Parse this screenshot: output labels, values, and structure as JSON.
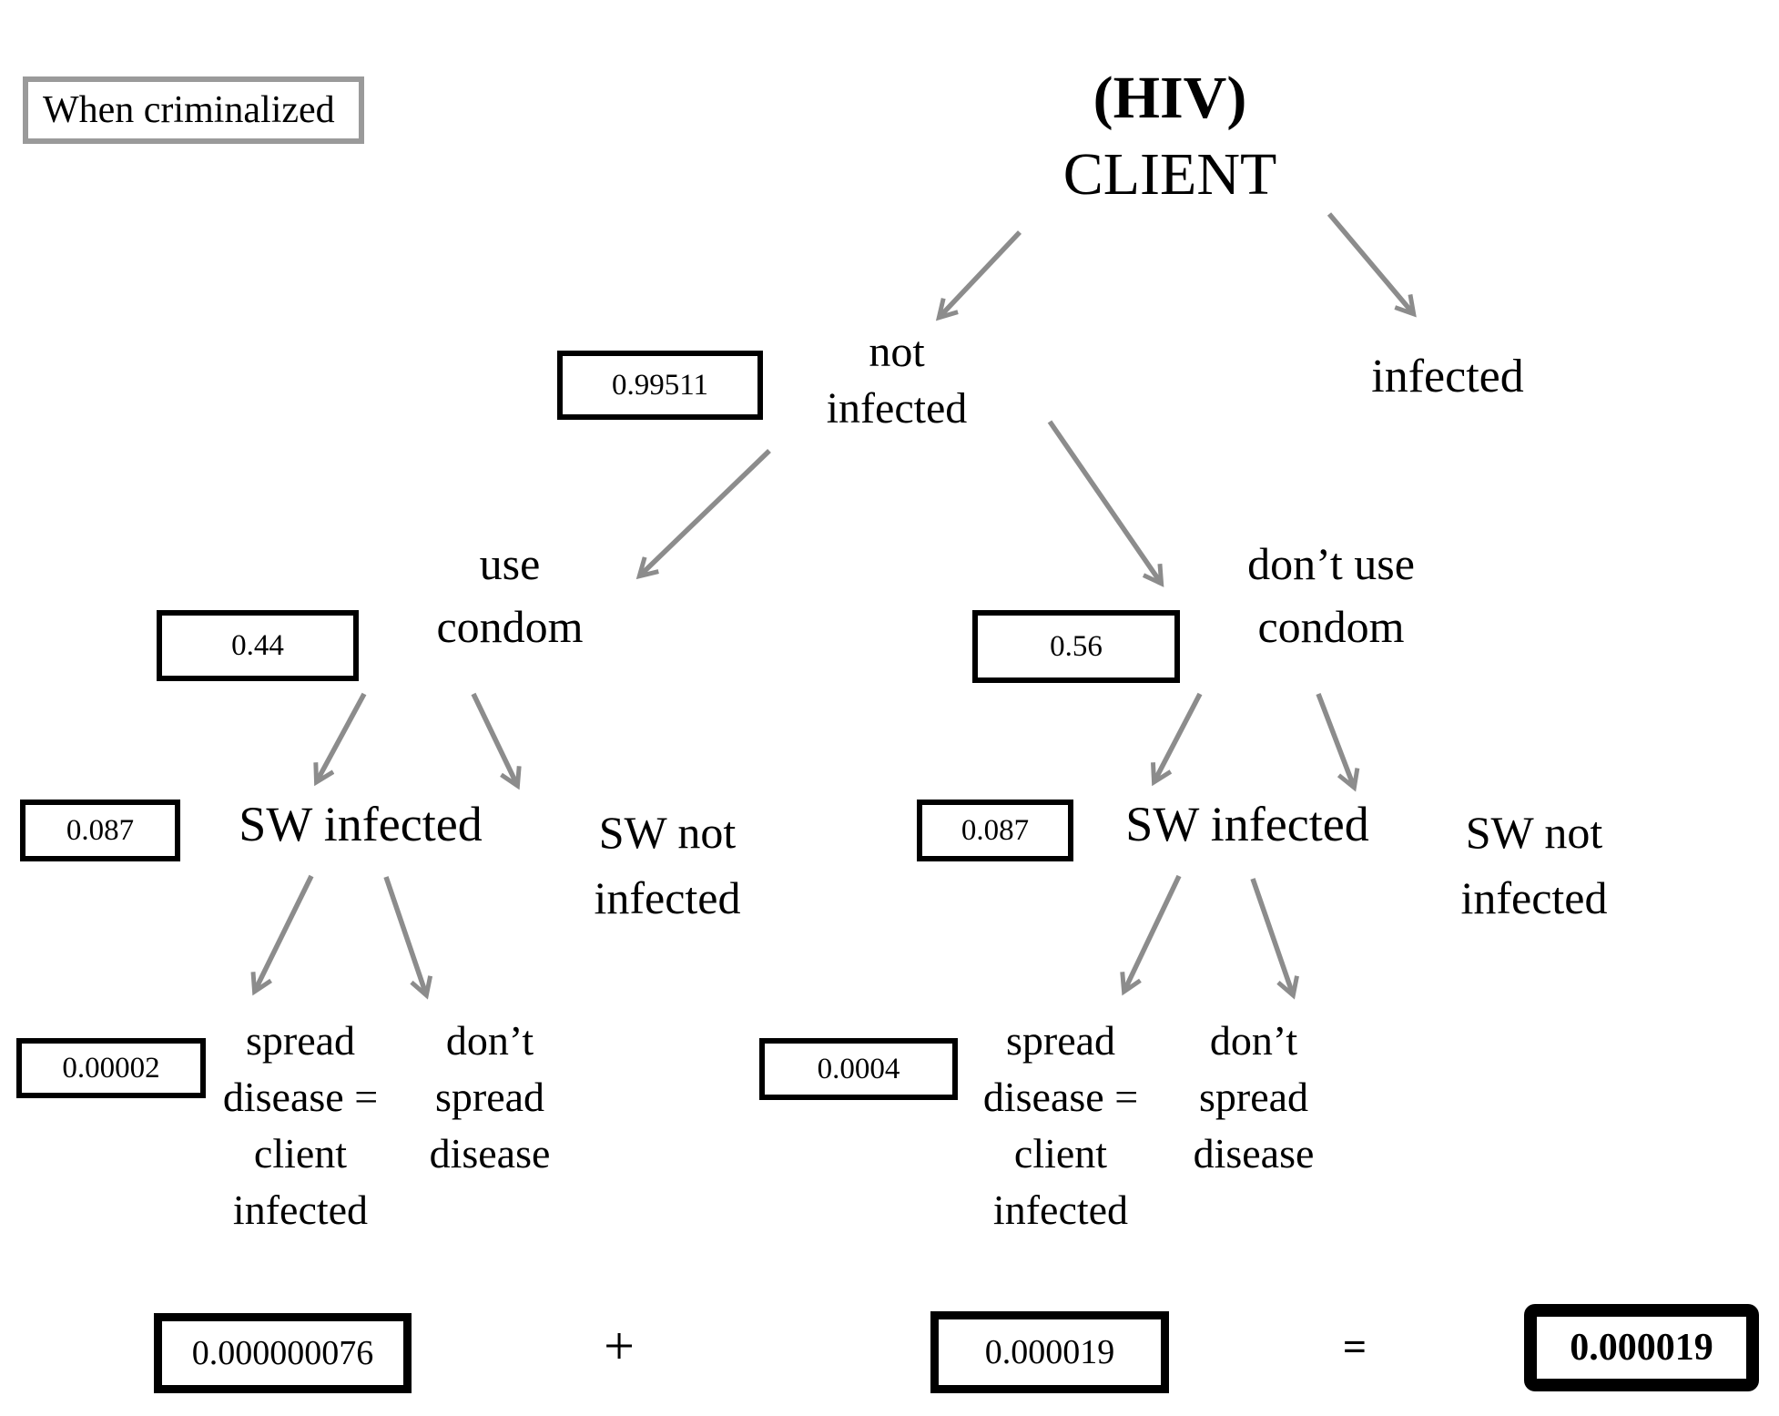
{
  "legend": {
    "label": "When criminalized"
  },
  "root": {
    "title": "(HIV)",
    "name": "CLIENT"
  },
  "nodes": {
    "not_infected": {
      "label": "not\ninfected",
      "probability": "0.99511"
    },
    "infected": {
      "label": "infected"
    },
    "use_condom": {
      "label": "use\ncondom",
      "probability": "0.44"
    },
    "dont_use_condom": {
      "label": "don’t use\ncondom",
      "probability": "0.56"
    },
    "sw_infected_left": {
      "label": "SW infected",
      "probability": "0.087"
    },
    "sw_not_infected_left": {
      "label": "SW not\ninfected"
    },
    "sw_infected_right": {
      "label": "SW infected",
      "probability": "0.087"
    },
    "sw_not_infected_right": {
      "label": "SW not\ninfected"
    },
    "spread_disease_left": {
      "label": "spread\ndisease =\nclient\ninfected",
      "probability": "0.00002"
    },
    "dont_spread_left": {
      "label": "don’t\nspread\ndisease"
    },
    "spread_disease_right": {
      "label": "spread\ndisease =\nclient\ninfected",
      "probability": "0.0004"
    },
    "dont_spread_right": {
      "label": "don’t\nspread\ndisease"
    }
  },
  "equation": {
    "left_operand": "0.000000076",
    "plus": "+",
    "right_operand": "0.000019",
    "equals": "=",
    "result": "0.000019"
  },
  "colors": {
    "arrow": "#8c8c8c",
    "legend_border": "#9a9a9a",
    "box_border": "#000000",
    "text": "#000000",
    "background": "#ffffff"
  }
}
